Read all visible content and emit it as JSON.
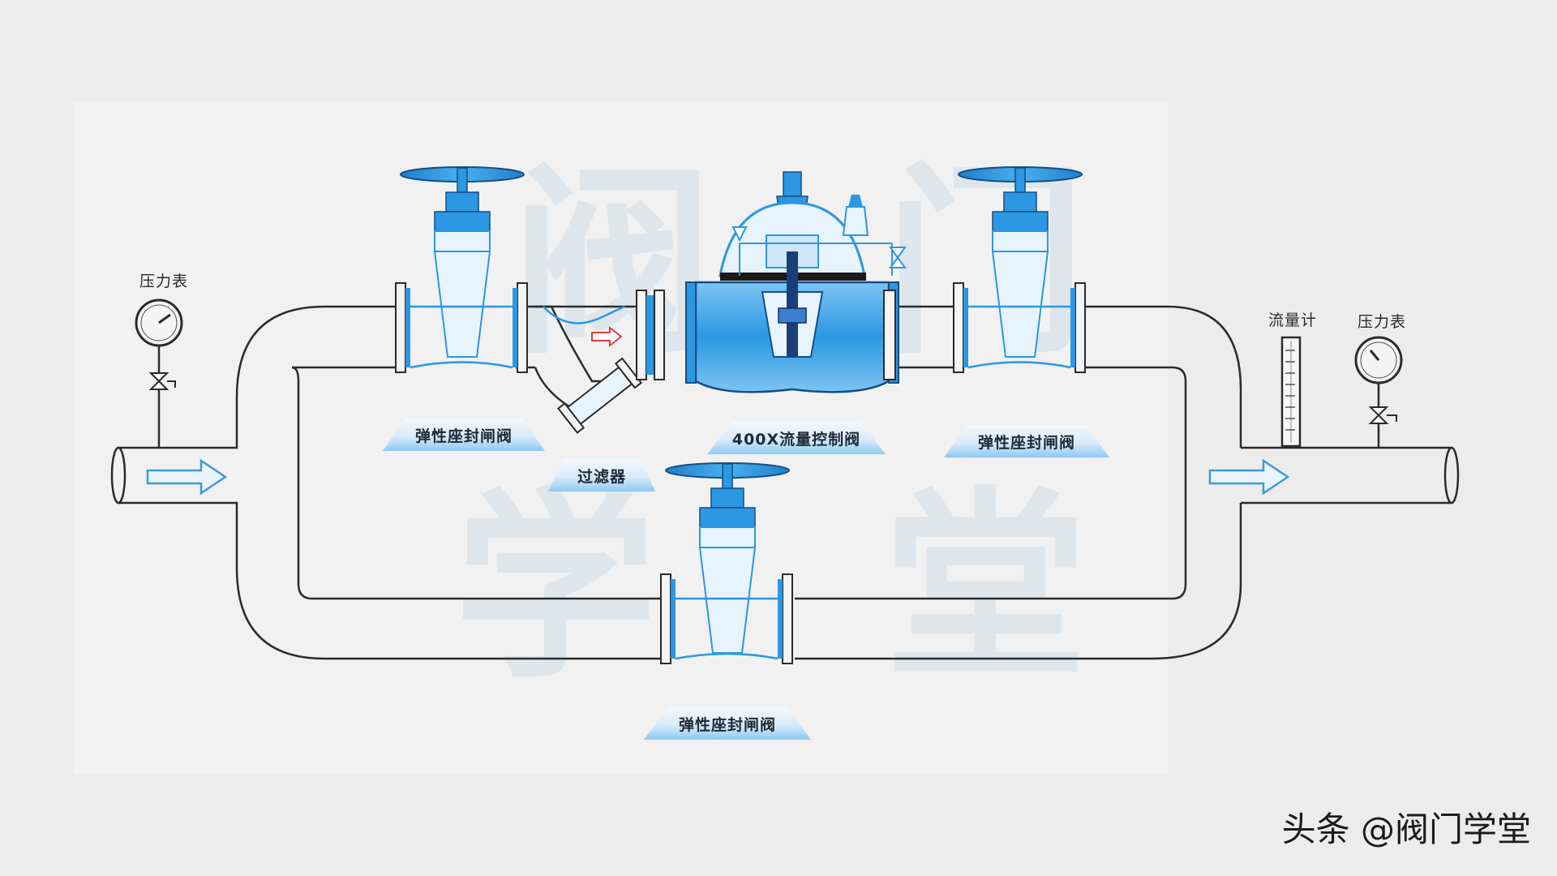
{
  "labels": {
    "gate_valve_upper_left": "弹性座封闸阀",
    "control_valve": "400X流量控制阀",
    "gate_valve_upper_right": "弹性座封闸阀",
    "strainer": "过滤器",
    "gate_valve_bypass": "弹性座封闸阀",
    "pressure_gauge_left": "压力表",
    "pressure_gauge_right": "压力表",
    "flow_meter": "流量计"
  },
  "watermark": [
    "阀",
    "门",
    "学",
    "堂"
  ],
  "credit": "头条 @阀门学堂",
  "colors": {
    "valve_blue": "#2c97e2",
    "valve_dark": "#114f86",
    "pipe_line": "#2b2b2b",
    "arrow_blue": "#3c9ad8",
    "flow_arrow_red": "#e23b3b"
  }
}
